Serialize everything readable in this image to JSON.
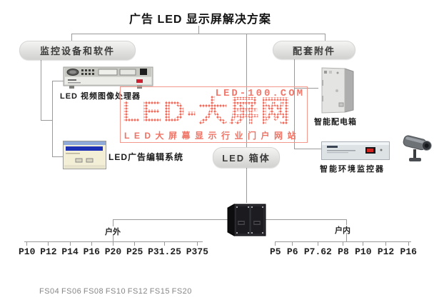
{
  "title": "广告 LED 显示屏解决方案",
  "nodes": {
    "monitoring": "监控设备和软件",
    "accessories": "配套附件",
    "cabinet": "LED 箱体"
  },
  "devices": {
    "video_processor": "LED 视频图像处理器",
    "ad_editor": "LED广告编辑系统",
    "power_box": "智能配电箱",
    "env_monitor": "智能环境监控器"
  },
  "outdoor": {
    "label": "户外",
    "pixels": [
      "P10",
      "P12",
      "P14",
      "P16",
      "P20",
      "P25",
      "P31.25",
      "P375"
    ]
  },
  "indoor": {
    "label": "户内",
    "pixels": [
      "P5",
      "P6",
      "P7.62",
      "P8",
      "P10",
      "P12",
      "P16"
    ]
  },
  "fs_series": [
    "FS04",
    "FS06",
    "FS08",
    "FS10",
    "FS12",
    "FS15",
    "FS20"
  ],
  "watermark": {
    "domain": "LED-100.COM",
    "brand": "LED-大屏网",
    "slogan": "LED大屏幕显示行业门户网站"
  },
  "colors": {
    "watermark_red": "#ee6c5b",
    "line_gray": "#9a9a9a",
    "pill_text": "#3c3c3c"
  }
}
